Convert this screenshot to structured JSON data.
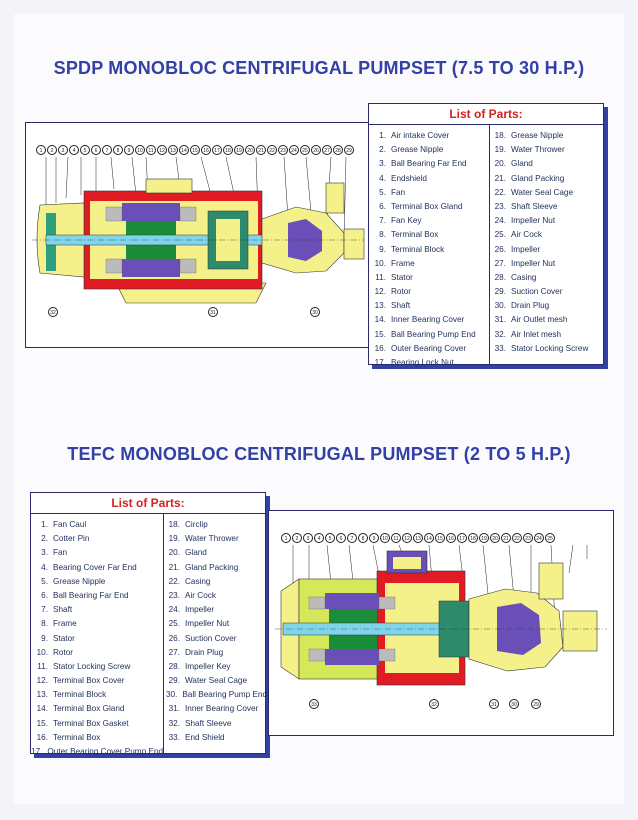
{
  "title1": "SPDP MONOBLOC CENTRIFUGAL PUMPSET (7.5 TO 30 H.P.)",
  "title2": "TEFC MONOBLOC CENTRIFUGAL PUMPSET (2 TO 5 H.P.)",
  "colors": {
    "title": "#3340a6",
    "list_header": "#d22222",
    "frame_red": "#e01b24",
    "rotor_green": "#1a8c3a",
    "stator_purple": "#6a4fb8",
    "housing_yellow": "#f4f08a",
    "shaft_blue": "#7fd6ea"
  },
  "spdp": {
    "parts_title": "List of Parts:",
    "parts_left": [
      {
        "n": "1.",
        "t": "Air intake Cover"
      },
      {
        "n": "2.",
        "t": "Grease Nipple"
      },
      {
        "n": "3.",
        "t": "Ball Bearing Far End"
      },
      {
        "n": "4.",
        "t": "Endshield"
      },
      {
        "n": "5.",
        "t": "Fan"
      },
      {
        "n": "6.",
        "t": "Terminal Box Gland"
      },
      {
        "n": "7.",
        "t": "Fan Key"
      },
      {
        "n": "8.",
        "t": "Terminal Box"
      },
      {
        "n": "9.",
        "t": "Terminal Block"
      },
      {
        "n": "10.",
        "t": "Frame"
      },
      {
        "n": "11.",
        "t": "Stator"
      },
      {
        "n": "12.",
        "t": "Rotor"
      },
      {
        "n": "13.",
        "t": "Shaft"
      },
      {
        "n": "14.",
        "t": "Inner Bearing Cover"
      },
      {
        "n": "15.",
        "t": "Ball Bearing Pump End"
      },
      {
        "n": "16.",
        "t": "Outer Bearing Cover"
      },
      {
        "n": "17.",
        "t": "Bearing Lock Nut"
      }
    ],
    "parts_right": [
      {
        "n": "18.",
        "t": "Grease Nipple"
      },
      {
        "n": "19.",
        "t": "Water Thrower"
      },
      {
        "n": "20.",
        "t": "Gland"
      },
      {
        "n": "21.",
        "t": "Gland Packing"
      },
      {
        "n": "22.",
        "t": "Water Seal Cage"
      },
      {
        "n": "23.",
        "t": "Shaft Sleeve"
      },
      {
        "n": "24.",
        "t": "Impeller Nut"
      },
      {
        "n": "25.",
        "t": "Air Cock"
      },
      {
        "n": "26.",
        "t": "Impeller"
      },
      {
        "n": "27.",
        "t": "Impeller Nut"
      },
      {
        "n": "28.",
        "t": "Casing"
      },
      {
        "n": "29.",
        "t": "Suction Cover"
      },
      {
        "n": "30.",
        "t": "Drain Plug"
      },
      {
        "n": "31.",
        "t": "Air Outlet mesh"
      },
      {
        "n": "32.",
        "t": "Air Inlet mesh"
      },
      {
        "n": "33.",
        "t": "Stator Locking Screw"
      }
    ],
    "callouts_top": [
      "1",
      "2",
      "3",
      "4",
      "5",
      "6",
      "7",
      "8",
      "9",
      "10",
      "11",
      "12",
      "13",
      "14",
      "15",
      "16",
      "17",
      "18",
      "19",
      "20",
      "21",
      "22",
      "23",
      "24",
      "25",
      "26",
      "27",
      "28",
      "29"
    ],
    "callouts_bottom": [
      "32",
      "31",
      "30"
    ]
  },
  "tefc": {
    "parts_title": "List of Parts:",
    "parts_left": [
      {
        "n": "1.",
        "t": "Fan Caul"
      },
      {
        "n": "2.",
        "t": "Cotter Pin"
      },
      {
        "n": "3.",
        "t": "Fan"
      },
      {
        "n": "4.",
        "t": "Bearing Cover Far End"
      },
      {
        "n": "5.",
        "t": "Grease Nipple"
      },
      {
        "n": "6.",
        "t": "Ball Bearing Far End"
      },
      {
        "n": "7.",
        "t": "Shaft"
      },
      {
        "n": "8.",
        "t": "Frame"
      },
      {
        "n": "9.",
        "t": "Stator"
      },
      {
        "n": "10.",
        "t": "Rotor"
      },
      {
        "n": "11.",
        "t": "Stator Locking Screw"
      },
      {
        "n": "12.",
        "t": "Terminal Box Cover"
      },
      {
        "n": "13.",
        "t": "Terminal Block"
      },
      {
        "n": "14.",
        "t": "Terminal Box Gland"
      },
      {
        "n": "15.",
        "t": "Terminal Box Gasket"
      },
      {
        "n": "16.",
        "t": "Terminal Box"
      },
      {
        "n": "17.",
        "t": "Outer Bearing Cover Pump End"
      }
    ],
    "parts_right": [
      {
        "n": "18.",
        "t": "Circlip"
      },
      {
        "n": "19.",
        "t": "Water Thrower"
      },
      {
        "n": "20.",
        "t": "Gland"
      },
      {
        "n": "21.",
        "t": "Gland Packing"
      },
      {
        "n": "22.",
        "t": "Casing"
      },
      {
        "n": "23.",
        "t": "Air Cock"
      },
      {
        "n": "24.",
        "t": "Impeller"
      },
      {
        "n": "25.",
        "t": "Impeller Nut"
      },
      {
        "n": "26.",
        "t": "Suction Cover"
      },
      {
        "n": "27.",
        "t": "Drain Plug"
      },
      {
        "n": "28.",
        "t": "Impeller Key"
      },
      {
        "n": "29.",
        "t": "Water Seal Cage"
      },
      {
        "n": "30.",
        "t": "Ball Bearing Pump End"
      },
      {
        "n": "31.",
        "t": "Inner Bearing Cover"
      },
      {
        "n": "32.",
        "t": "Shaft Sleeve"
      },
      {
        "n": "33.",
        "t": "End Shield"
      }
    ],
    "callouts_top": [
      "1",
      "2",
      "3",
      "4",
      "5",
      "6",
      "7",
      "8",
      "9",
      "10",
      "11",
      "12",
      "13",
      "14",
      "15",
      "16",
      "17",
      "18",
      "19",
      "20",
      "21",
      "22",
      "23",
      "24",
      "25"
    ],
    "callouts_bottom": [
      "33",
      "32",
      "31",
      "30",
      "29"
    ]
  }
}
